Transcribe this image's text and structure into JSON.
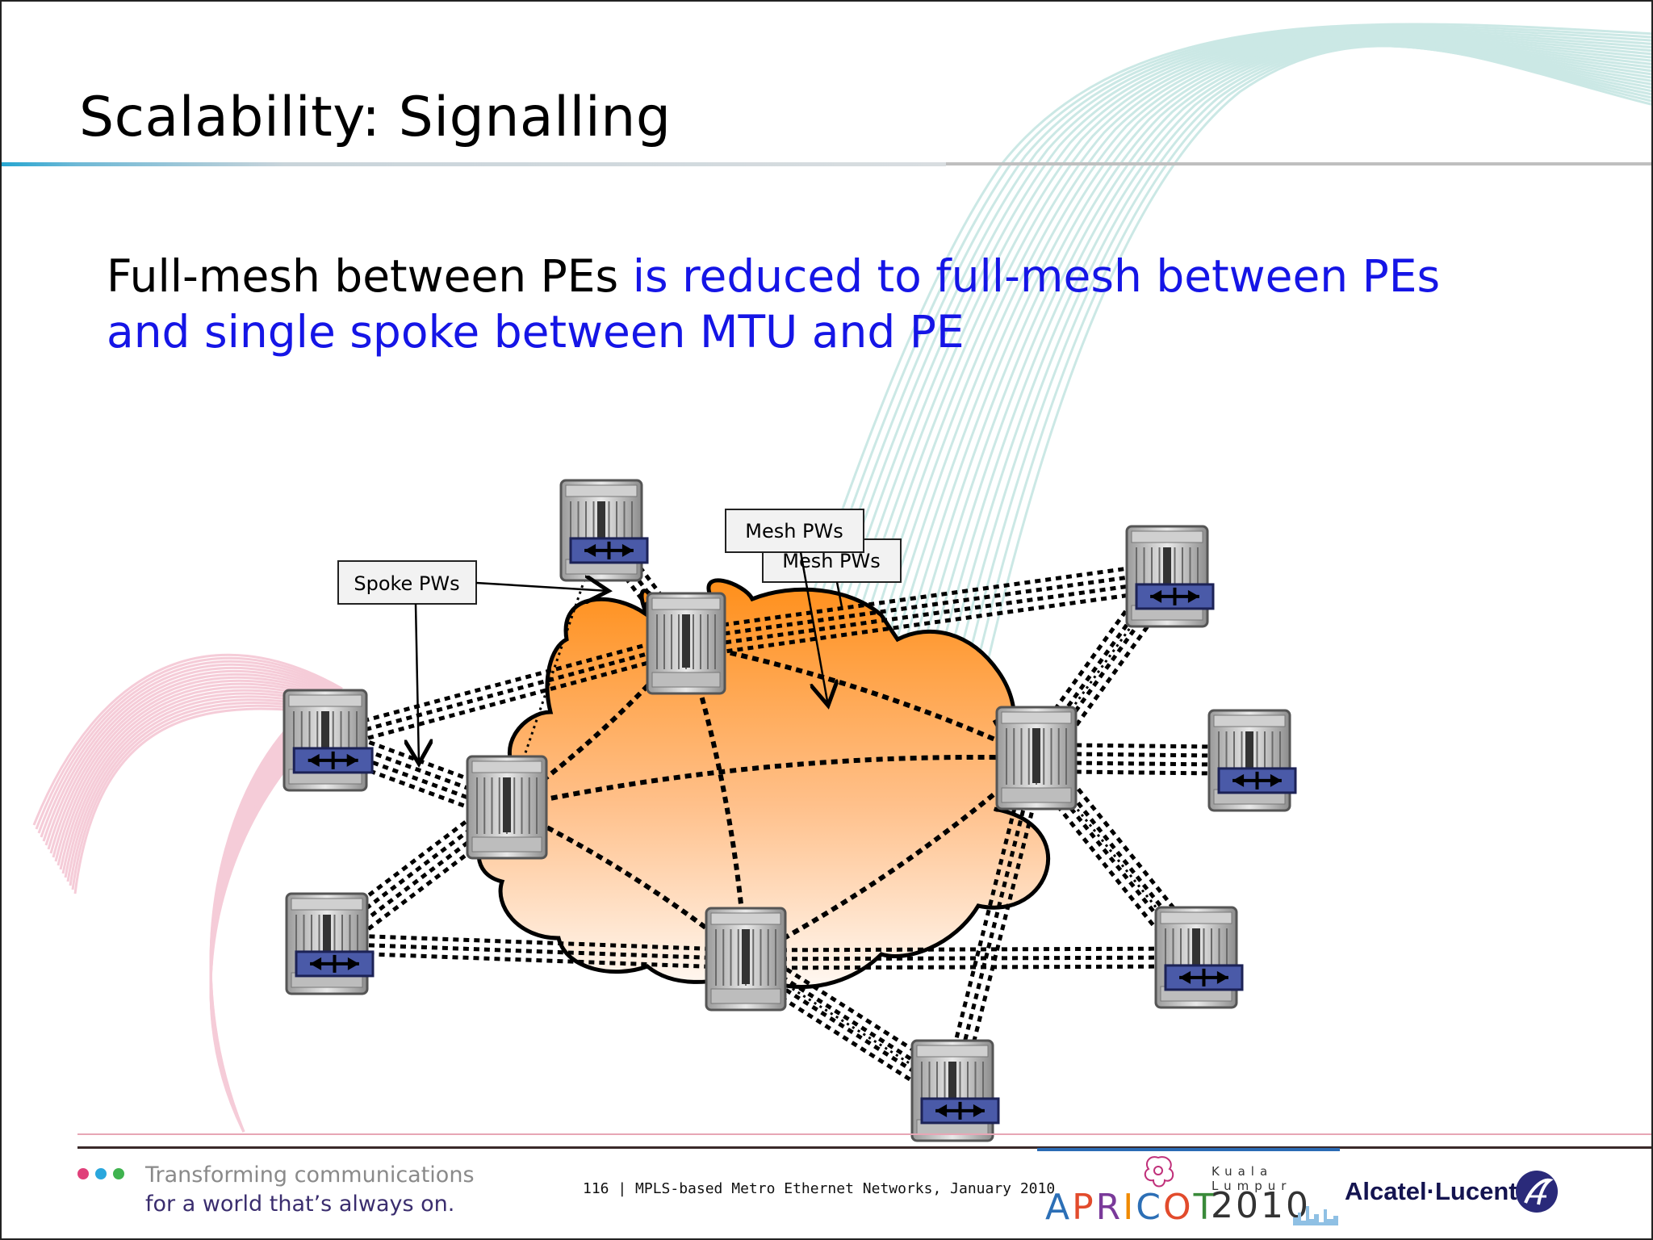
{
  "slide": {
    "title": "Scalability: Signalling",
    "subtitle_black": "Full-mesh between PEs",
    "subtitle_blue": "is reduced to full-mesh between PEs and single spoke between MTU and PE"
  },
  "diagram": {
    "labels": {
      "spoke": "Spoke PWs",
      "mesh1": "Mesh PWs",
      "mesh2": "Mesh PWs"
    }
  },
  "footer": {
    "tagline_line1": "Transforming communications",
    "tagline_line2": "for a world that’s always on.",
    "page_note": "116 | MPLS-based Metro Ethernet Networks, January 2010",
    "apricot_word": "APRICOT",
    "apricot_city": "Kuala Lumpur",
    "apricot_year": "2010",
    "brand": "Alcatel·Lucent"
  },
  "colors": {
    "accent_blue": "#1515e6",
    "cloud_top": "#ff9a2a",
    "cloud_bottom": "#fff6ef",
    "switch_blue": "#4a5aa8"
  }
}
